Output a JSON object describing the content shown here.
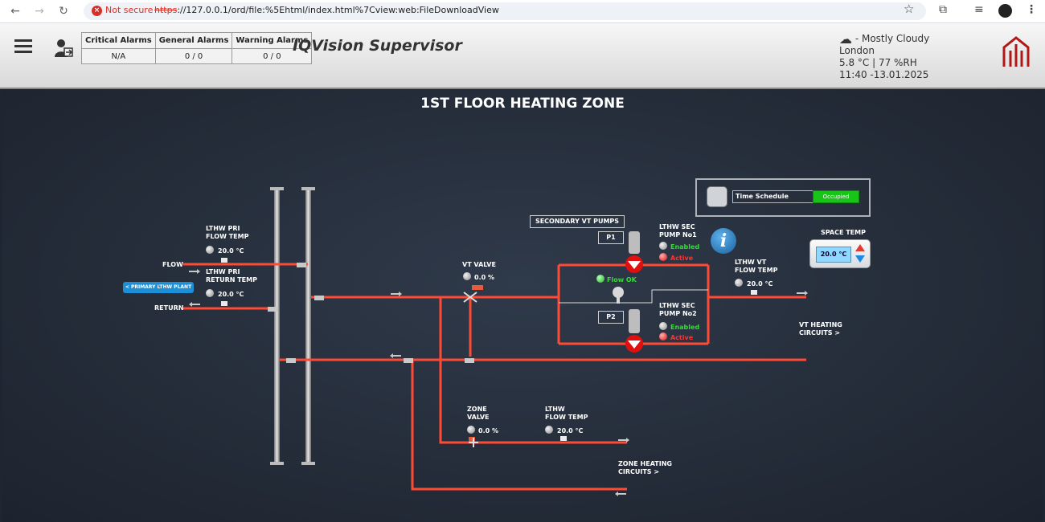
{
  "browser": {
    "security_label": "Not secure",
    "url_scheme": "https",
    "url_rest": "://127.0.0.1/ord/file:%5Ehtml/index.html%7Cview:web:FileDownloadView"
  },
  "header": {
    "alarms": {
      "critical_label": "Critical Alarms",
      "general_label": "General Alarms",
      "warning_label": "Warning Alarms",
      "critical_value": "N/A",
      "general_value": "0 / 0",
      "warning_value": "0 / 0"
    },
    "title": "IQVision Supervisor",
    "weather": {
      "condition": "- Mostly Cloudy",
      "city": "London",
      "readings": "5.8 °C | 77 %RH",
      "datetime": "11:40 -13.01.2025"
    }
  },
  "schematic": {
    "title": "1ST FLOOR HEATING ZONE",
    "flow_label": "FLOW",
    "return_label": "RETURN",
    "primary_plant_button": "< PRIMARY LTHW PLANT",
    "pri_flow_temp_label_1": "LTHW PRI",
    "pri_flow_temp_label_2": "FLOW TEMP",
    "pri_flow_temp_value": "20.0 °C",
    "pri_return_temp_label_1": "LTHW PRI",
    "pri_return_temp_label_2": "RETURN TEMP",
    "pri_return_temp_value": "20.0 °C",
    "vt_valve_label": "VT VALVE",
    "vt_valve_value": "0.0 %",
    "secondary_pumps_label": "SECONDARY VT PUMPS",
    "p1_label": "P1",
    "p2_label": "P2",
    "pump1_label_1": "LTHW SEC",
    "pump1_label_2": "PUMP No1",
    "pump1_enabled": "Enabled",
    "pump1_active": "Active",
    "pump2_label_1": "LTHW SEC",
    "pump2_label_2": "PUMP No2",
    "pump2_enabled": "Enabled",
    "pump2_active": "Active",
    "flow_ok": "Flow OK",
    "vt_flow_temp_label_1": "LTHW VT",
    "vt_flow_temp_label_2": "FLOW TEMP",
    "vt_flow_temp_value": "20.0 °C",
    "vt_heating_label_1": "VT HEATING",
    "vt_heating_label_2": "CIRCUITS >",
    "time_schedule_label": "Time Schedule",
    "time_schedule_state": "Occupied",
    "space_temp_label": "SPACE TEMP",
    "space_temp_value": "20.0 °C",
    "zone_valve_label_1": "ZONE",
    "zone_valve_label_2": "VALVE",
    "zone_valve_value": "0.0 %",
    "lthw_flow_temp_label_1": "LTHW",
    "lthw_flow_temp_label_2": "FLOW TEMP",
    "lthw_flow_temp_value": "20.0 °C",
    "zone_heating_label_1": "ZONE HEATING",
    "zone_heating_label_2": "CIRCUITS >"
  }
}
